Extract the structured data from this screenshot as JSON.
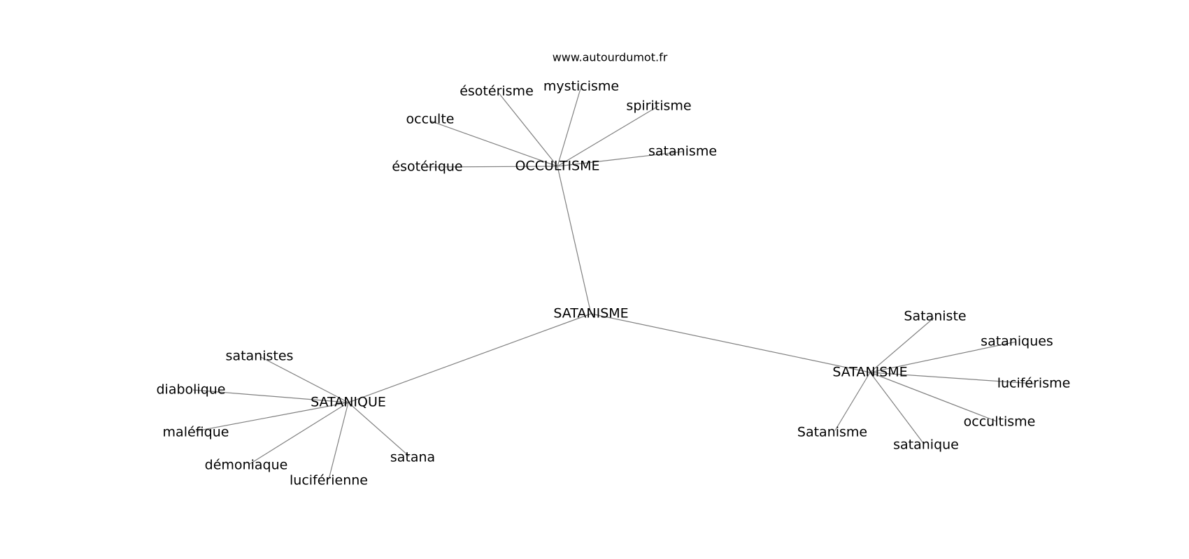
{
  "header": {
    "source": "www.autourdumot.fr"
  },
  "graph": {
    "nodes": [
      {
        "id": "root",
        "label": "SATANISME"
      },
      {
        "id": "occultisme_hub",
        "label": "OCCULTISME"
      },
      {
        "id": "satanique_hub",
        "label": "SATANIQUE"
      },
      {
        "id": "satanisme_hub",
        "label": "SATANISME"
      },
      {
        "id": "esoterisme",
        "label": "ésotérisme"
      },
      {
        "id": "mysticisme",
        "label": "mysticisme"
      },
      {
        "id": "spiritisme",
        "label": "spiritisme"
      },
      {
        "id": "occulte",
        "label": "occulte"
      },
      {
        "id": "satanisme_leaf",
        "label": "satanisme"
      },
      {
        "id": "esoterique",
        "label": "ésotérique"
      },
      {
        "id": "satanistes",
        "label": "satanistes"
      },
      {
        "id": "diabolique",
        "label": "diabolique"
      },
      {
        "id": "malefique",
        "label": "maléfique"
      },
      {
        "id": "demoniaque",
        "label": "démoniaque"
      },
      {
        "id": "luciferienne",
        "label": "luciférienne"
      },
      {
        "id": "satana",
        "label": "satana"
      },
      {
        "id": "sataniste",
        "label": "Sataniste"
      },
      {
        "id": "sataniques",
        "label": "sataniques"
      },
      {
        "id": "luciferisme",
        "label": "luciférisme"
      },
      {
        "id": "occultisme_leaf",
        "label": "occultisme"
      },
      {
        "id": "satanisme_cap",
        "label": "Satanisme"
      },
      {
        "id": "satanique_leaf",
        "label": "satanique"
      }
    ],
    "edges": [
      [
        "root",
        "occultisme_hub"
      ],
      [
        "root",
        "satanique_hub"
      ],
      [
        "root",
        "satanisme_hub"
      ],
      [
        "occultisme_hub",
        "esoterisme"
      ],
      [
        "occultisme_hub",
        "mysticisme"
      ],
      [
        "occultisme_hub",
        "spiritisme"
      ],
      [
        "occultisme_hub",
        "occulte"
      ],
      [
        "occultisme_hub",
        "satanisme_leaf"
      ],
      [
        "occultisme_hub",
        "esoterique"
      ],
      [
        "satanique_hub",
        "satanistes"
      ],
      [
        "satanique_hub",
        "diabolique"
      ],
      [
        "satanique_hub",
        "malefique"
      ],
      [
        "satanique_hub",
        "demoniaque"
      ],
      [
        "satanique_hub",
        "luciferienne"
      ],
      [
        "satanique_hub",
        "satana"
      ],
      [
        "satanisme_hub",
        "sataniste"
      ],
      [
        "satanisme_hub",
        "sataniques"
      ],
      [
        "satanisme_hub",
        "luciferisme"
      ],
      [
        "satanisme_hub",
        "occultisme_leaf"
      ],
      [
        "satanisme_hub",
        "satanisme_cap"
      ],
      [
        "satanisme_hub",
        "satanique_leaf"
      ]
    ]
  }
}
